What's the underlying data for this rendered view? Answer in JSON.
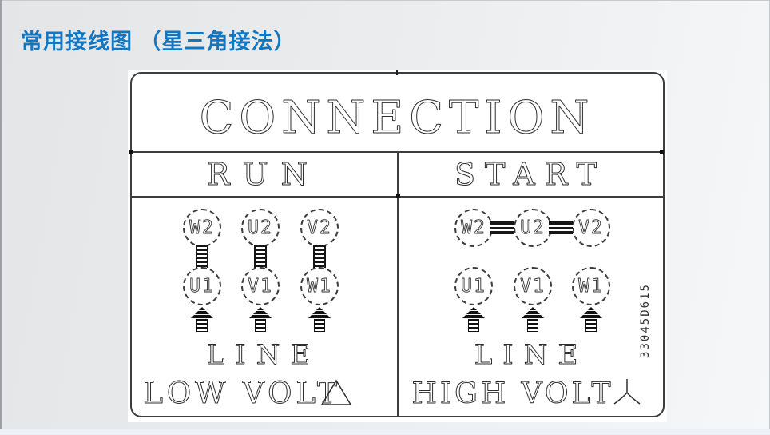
{
  "slide": {
    "title": "常用接线图 （星三角接法）"
  },
  "diagram": {
    "title": "CONNECTION",
    "part_number": "33045D615",
    "columns": {
      "run": {
        "header": "RUN",
        "top_row": [
          "W2",
          "U2",
          "V2"
        ],
        "bottom_row": [
          "U1",
          "V1",
          "W1"
        ],
        "line_label": "LINE",
        "volt_label": "LOW VOLT",
        "symbol": "delta"
      },
      "start": {
        "header": "START",
        "top_row": [
          "W2",
          "U2",
          "V2"
        ],
        "bottom_row": [
          "U1",
          "V1",
          "W1"
        ],
        "line_label": "LINE",
        "volt_label": "HIGH VOLT",
        "symbol": "wye"
      }
    }
  },
  "colors": {
    "accent_blue": "#1376c0",
    "drawing_line": "#3d3d3d"
  }
}
